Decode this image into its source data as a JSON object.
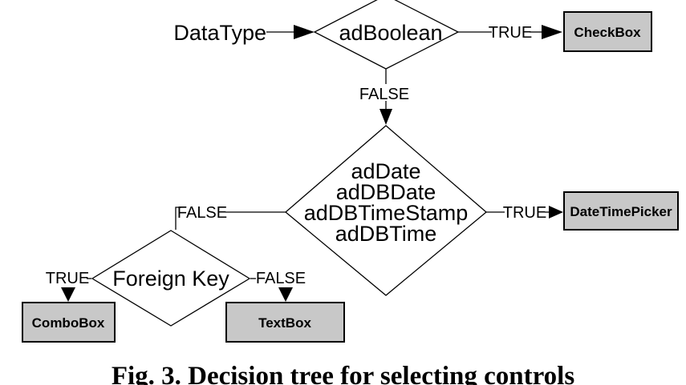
{
  "figure": {
    "caption": "Fig. 3. Decision tree for selecting controls"
  },
  "diagram": {
    "input_label": "DataType",
    "decisions": {
      "adboolean": {
        "label": "adBoolean",
        "true_label": "TRUE",
        "false_label": "FALSE"
      },
      "datetime": {
        "lines": [
          "adDate",
          "adDBDate",
          "adDBTimeStamp",
          "adDBTime"
        ],
        "true_label": "TRUE",
        "false_label": "FALSE"
      },
      "foreign_key": {
        "label": "Foreign Key",
        "true_label": "TRUE",
        "false_label": "FALSE"
      }
    },
    "controls": {
      "checkbox": "CheckBox",
      "datetimepicker": "DateTimePicker",
      "combobox": "ComboBox",
      "textbox": "TextBox"
    },
    "colors": {
      "box_fill": "#c8c8c8",
      "box_border": "#000000",
      "line_color": "#000000"
    }
  }
}
